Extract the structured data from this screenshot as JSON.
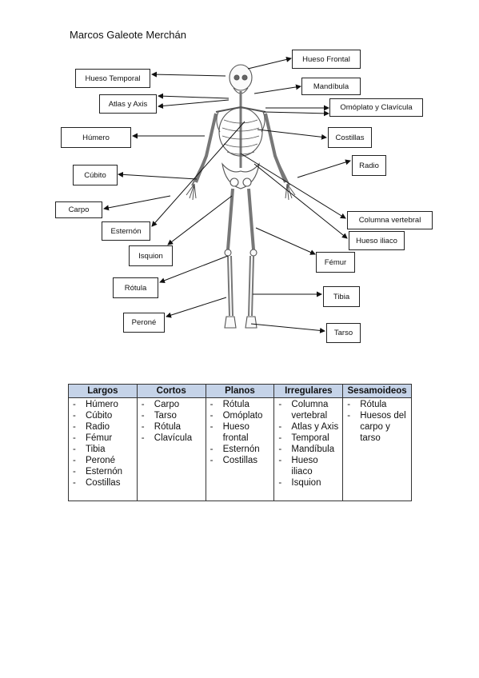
{
  "author": "Marcos Galeote Merchán",
  "diagram": {
    "labels": {
      "hueso_frontal": "Hueso Frontal",
      "hueso_temporal": "Hueso Temporal",
      "mandibula": "Mandíbula",
      "atlas_axis": "Atlas y Axis",
      "omoplato_clavicula": "Omóplato y Clavícula",
      "humero": "Húmero",
      "costillas": "Costillas",
      "radio": "Radio",
      "cubito": "Cúbito",
      "carpo": "Carpo",
      "columna_vertebral": "Columna vertebral",
      "esternon": "Esternón",
      "hueso_iliaco": "Hueso iliaco",
      "isquion": "Isquion",
      "femur": "Fémur",
      "rotula": "Rótula",
      "tibia": "Tibia",
      "perone": "Peroné",
      "tarso": "Tarso"
    }
  },
  "table": {
    "headers": [
      "Largos",
      "Cortos",
      "Planos",
      "Irregulares",
      "Sesamoideos"
    ],
    "columns": [
      [
        "Húmero",
        "Cúbito",
        "Radio",
        "Fémur",
        "Tibia",
        "Peroné",
        "Esternón",
        "Costillas"
      ],
      [
        "Carpo",
        "Tarso",
        "Rótula",
        "Clavícula"
      ],
      [
        "Rótula",
        "Omóplato",
        "Hueso frontal",
        "Esternón",
        "Costillas"
      ],
      [
        "Columna vertebral",
        "Atlas y Axis",
        "Temporal",
        "Mandíbula",
        "Hueso iliaco",
        "Isquion"
      ],
      [
        "Rótula",
        "Huesos del carpo y tarso"
      ]
    ]
  }
}
